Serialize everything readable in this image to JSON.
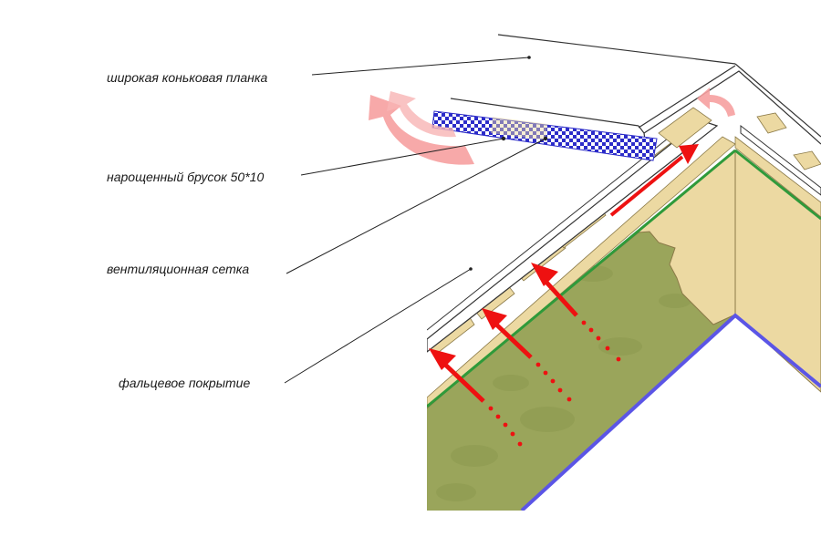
{
  "labels": {
    "ridge_strip": "широкая коньковая планка",
    "extension_bar": "нарощенный брусок 50*10",
    "vent_mesh": "вентиляционная сетка",
    "seam_roofing": "фальцевое покрытие"
  },
  "colors": {
    "insulation": "#9aa55b",
    "wood": "#ecd9a2",
    "membrane_green": "#2f9a3a",
    "vapor_barrier_blue": "#5b55e6",
    "airflow_red": "#ee1111",
    "exhaust_pink": "#f6a0a0",
    "mesh_blue": "#2c2cc9",
    "metal_line": "#333333"
  },
  "icons": {
    "airflow": "red-arrow-icon",
    "exhaust": "curved-exhaust-arrow-icon"
  }
}
